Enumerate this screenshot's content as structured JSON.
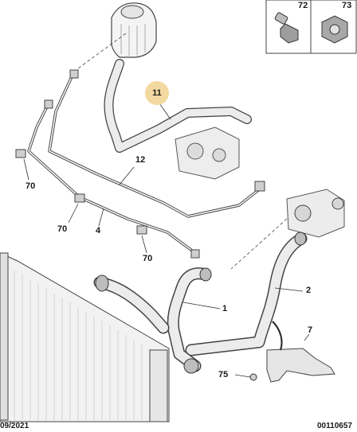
{
  "callouts": {
    "c11": "11",
    "c12": "12",
    "c70a": "70",
    "c70b": "70",
    "c70c": "70",
    "c4": "4",
    "c1": "1",
    "c2": "2",
    "c7": "7",
    "c75": "75",
    "c72": "72",
    "c73": "73"
  },
  "footer": {
    "date": "09/2021",
    "ref": "00110657"
  },
  "colors": {
    "highlight": "#f3d9a0",
    "line": "#333333",
    "hose_fill": "#e8e8e8"
  }
}
